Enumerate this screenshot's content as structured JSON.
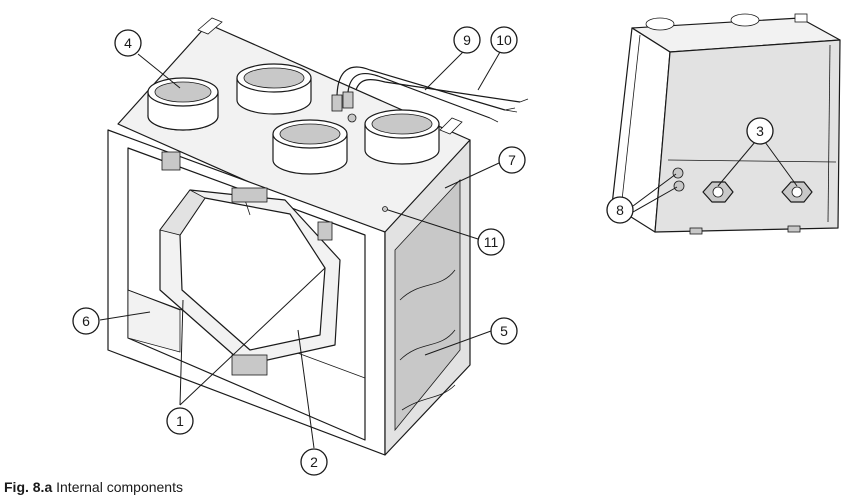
{
  "caption": {
    "figure_label": "Fig. 8.a",
    "title": "Internal components"
  },
  "callouts": [
    {
      "id": "1",
      "label": "1"
    },
    {
      "id": "2",
      "label": "2"
    },
    {
      "id": "3",
      "label": "3"
    },
    {
      "id": "4",
      "label": "4"
    },
    {
      "id": "5",
      "label": "5"
    },
    {
      "id": "6",
      "label": "6"
    },
    {
      "id": "7",
      "label": "7"
    },
    {
      "id": "8",
      "label": "8"
    },
    {
      "id": "9",
      "label": "9"
    },
    {
      "id": "10",
      "label": "10"
    },
    {
      "id": "11",
      "label": "11"
    }
  ]
}
